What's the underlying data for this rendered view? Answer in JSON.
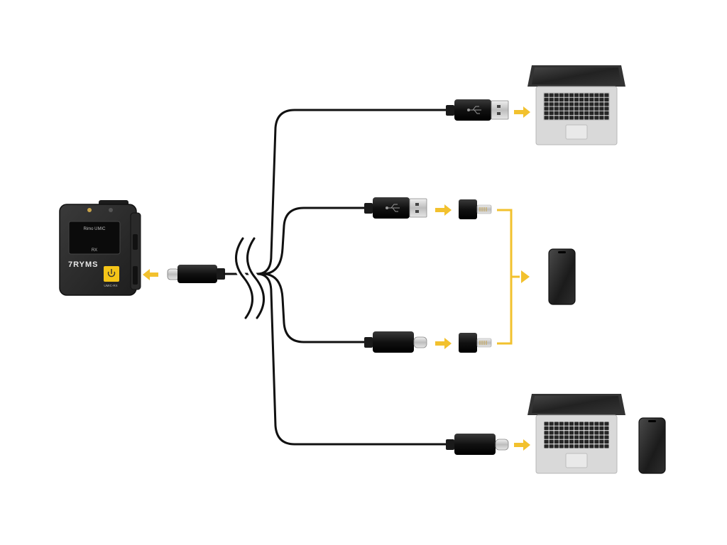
{
  "receiver": {
    "brand": "7RYMS",
    "model": "Rimo UMIC",
    "channel": "RX",
    "button_label": "UMIC-RX",
    "power_glyph": "power-icon"
  },
  "colors": {
    "arrow": "#f2c12e",
    "cable": "#111111",
    "device_body": "#2b2b2b",
    "accent": "#f5c518",
    "laptop_silver": "#d9d9d9"
  },
  "connections": [
    {
      "id": "usb-a-to-laptop",
      "cable_end": "usb-a",
      "target": "laptop"
    },
    {
      "id": "usb-a-lightning-to-phone",
      "cable_end": "usb-a",
      "adapter": "lightning",
      "target": "phone"
    },
    {
      "id": "usb-c-lightning-to-phone",
      "cable_end": "usb-c",
      "adapter": "lightning",
      "target": "phone"
    },
    {
      "id": "usb-c-to-laptop-phone",
      "cable_end": "usb-c",
      "target": "laptop+phone"
    }
  ]
}
